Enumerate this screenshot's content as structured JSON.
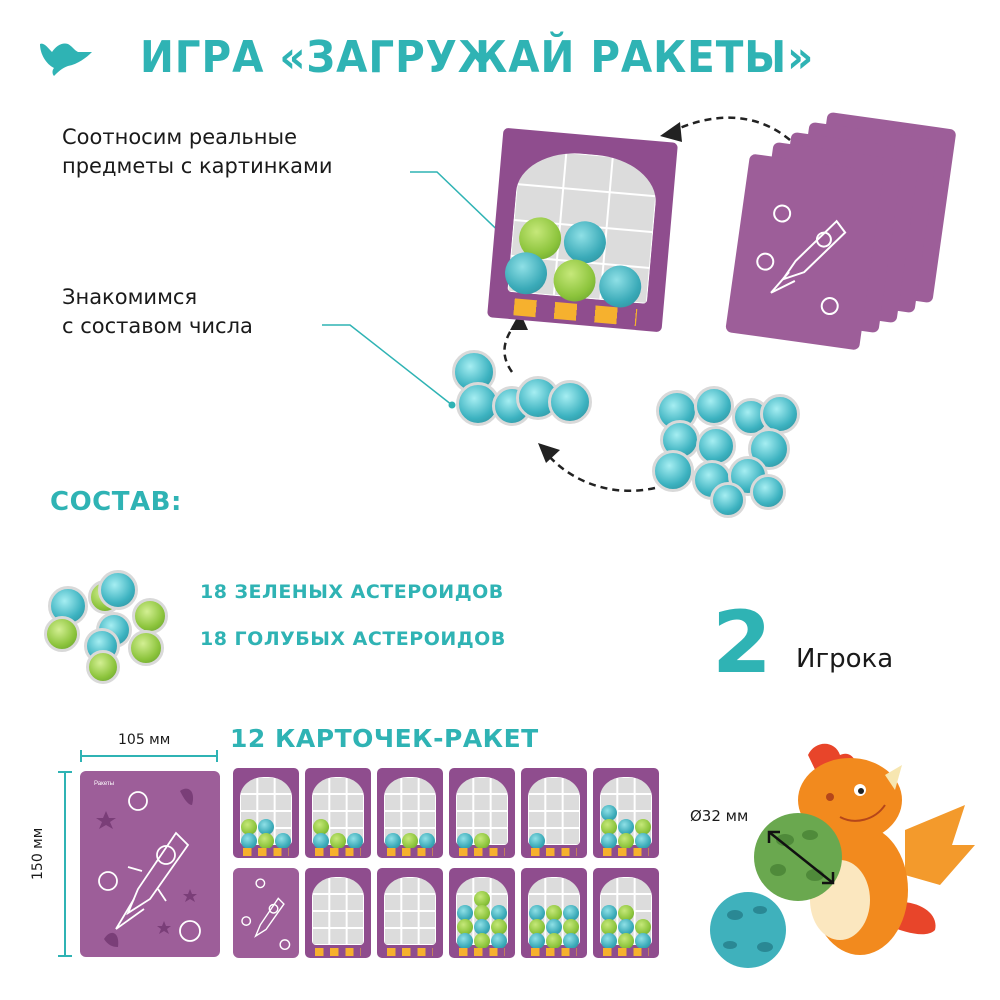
{
  "header": {
    "logo_icon": "bird-icon",
    "title": "ИГРА «ЗАГРУЖАЙ РАКЕТЫ»"
  },
  "features": [
    {
      "line1": "Соотносим реальные",
      "line2": "предметы с картинками"
    },
    {
      "line1": "Знакомимся",
      "line2": "с составом числа"
    }
  ],
  "gameplay_illustration": {
    "items": [
      "rocket-card-filled",
      "rocket-card-stack",
      "asteroid-pile-small",
      "asteroid-pile-large"
    ],
    "arrows": "dashed-cycle"
  },
  "composition": {
    "heading": "СОСТАВ:",
    "items": [
      {
        "label": "18 ЗЕЛЕНЫХ АСТЕРОИДОВ"
      },
      {
        "label": "18 ГОЛУБЫХ АСТЕРОИДОВ"
      }
    ]
  },
  "players": {
    "count": "2",
    "label": "Игрока"
  },
  "cards": {
    "heading": "12 КАРТОЧЕК-РАКЕТ",
    "width_label": "105 мм",
    "height_label": "150 мм",
    "back_card_label": "Ракеты",
    "grid_rows": [
      [
        {
          "type": "front",
          "asteroids": [
            [
              3,
              0,
              "g"
            ],
            [
              3,
              1,
              "b"
            ],
            [
              4,
              0,
              "b"
            ],
            [
              4,
              1,
              "g"
            ],
            [
              4,
              2,
              "b"
            ]
          ]
        },
        {
          "type": "front",
          "asteroids": [
            [
              3,
              0,
              "g"
            ],
            [
              4,
              0,
              "b"
            ],
            [
              4,
              1,
              "g"
            ],
            [
              4,
              2,
              "b"
            ]
          ]
        },
        {
          "type": "front",
          "asteroids": [
            [
              4,
              0,
              "b"
            ],
            [
              4,
              1,
              "g"
            ],
            [
              4,
              2,
              "b"
            ]
          ]
        },
        {
          "type": "front",
          "asteroids": [
            [
              4,
              0,
              "b"
            ],
            [
              4,
              1,
              "g"
            ]
          ]
        },
        {
          "type": "front",
          "asteroids": [
            [
              4,
              0,
              "b"
            ]
          ]
        },
        {
          "type": "front",
          "asteroids": [
            [
              2,
              0,
              "b"
            ],
            [
              3,
              0,
              "g"
            ],
            [
              3,
              1,
              "b"
            ],
            [
              3,
              2,
              "g"
            ],
            [
              4,
              0,
              "b"
            ],
            [
              4,
              1,
              "g"
            ],
            [
              4,
              2,
              "b"
            ]
          ]
        }
      ],
      [
        {
          "type": "back"
        },
        {
          "type": "front",
          "asteroids": []
        },
        {
          "type": "front",
          "asteroids": []
        },
        {
          "type": "front",
          "asteroids": [
            [
              1,
              1,
              "g"
            ],
            [
              2,
              0,
              "b"
            ],
            [
              2,
              1,
              "g"
            ],
            [
              2,
              2,
              "b"
            ],
            [
              3,
              0,
              "g"
            ],
            [
              3,
              1,
              "b"
            ],
            [
              3,
              2,
              "g"
            ],
            [
              4,
              0,
              "b"
            ],
            [
              4,
              1,
              "g"
            ],
            [
              4,
              2,
              "b"
            ]
          ]
        },
        {
          "type": "front",
          "asteroids": [
            [
              2,
              0,
              "b"
            ],
            [
              2,
              1,
              "g"
            ],
            [
              2,
              2,
              "b"
            ],
            [
              3,
              0,
              "g"
            ],
            [
              3,
              1,
              "b"
            ],
            [
              3,
              2,
              "g"
            ],
            [
              4,
              0,
              "b"
            ],
            [
              4,
              1,
              "g"
            ],
            [
              4,
              2,
              "b"
            ]
          ]
        },
        {
          "type": "front",
          "asteroids": [
            [
              2,
              0,
              "b"
            ],
            [
              2,
              1,
              "g"
            ],
            [
              3,
              0,
              "g"
            ],
            [
              3,
              1,
              "b"
            ],
            [
              3,
              2,
              "g"
            ],
            [
              4,
              0,
              "b"
            ],
            [
              4,
              1,
              "g"
            ],
            [
              4,
              2,
              "b"
            ]
          ]
        }
      ]
    ]
  },
  "asteroid_size": {
    "label": "Ø32 мм"
  },
  "colors": {
    "teal": "#2fb3b4",
    "purple_card": "#9d5e99",
    "purple_front": "#8f4d8e",
    "green_asteroid": "#8cc43c",
    "blue_asteroid": "#3cb2c0",
    "dragon_orange": "#f28a1e"
  }
}
